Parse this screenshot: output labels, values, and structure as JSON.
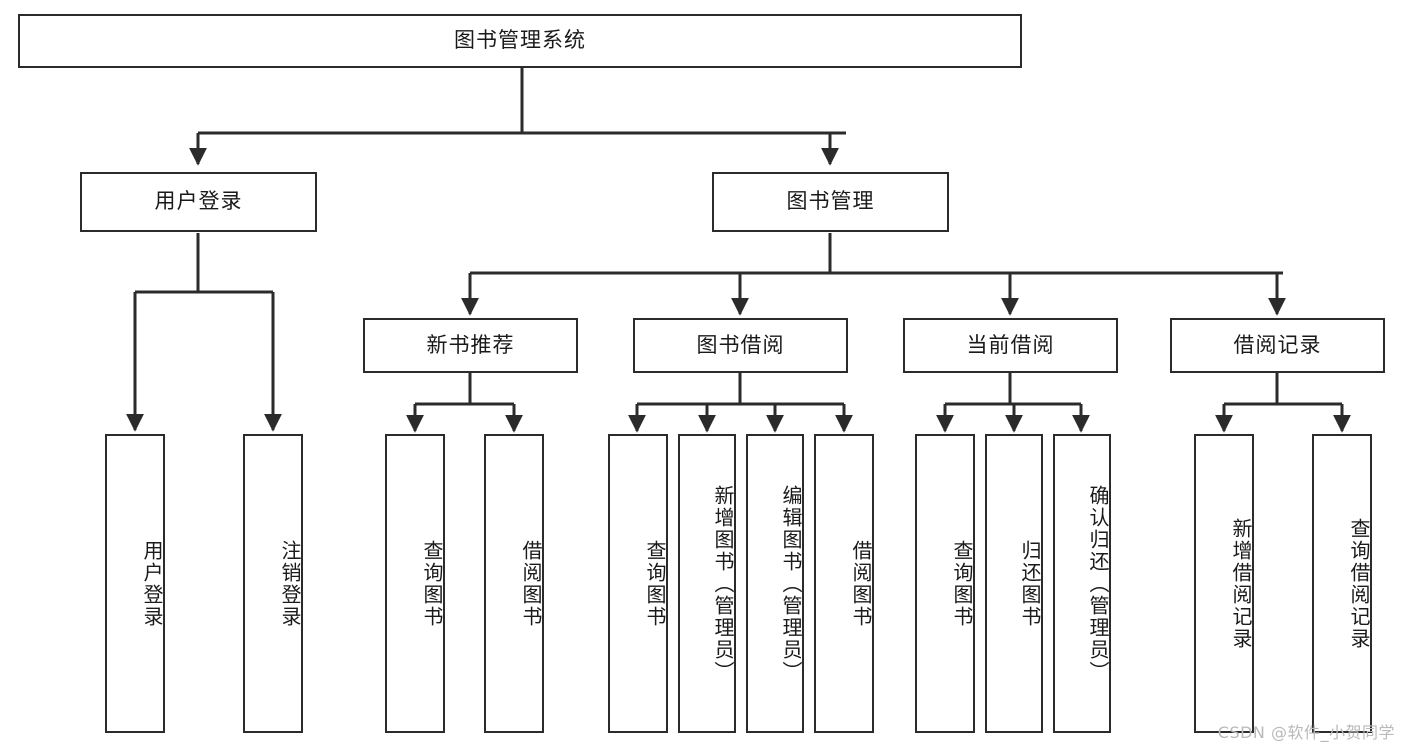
{
  "diagram": {
    "type": "tree",
    "title": "图书管理系统",
    "watermark": "CSDN @软件_小贺同学",
    "root": {
      "label": "图书管理系统"
    },
    "level2": [
      {
        "id": "user-login",
        "label": "用户登录"
      },
      {
        "id": "book-manage",
        "label": "图书管理"
      }
    ],
    "level3": [
      {
        "id": "new-book-rec",
        "label": "新书推荐"
      },
      {
        "id": "book-borrow",
        "label": "图书借阅"
      },
      {
        "id": "current-borrow",
        "label": "当前借阅"
      },
      {
        "id": "borrow-record",
        "label": "借阅记录"
      }
    ],
    "leaves": {
      "user_login": [
        {
          "id": "leaf-user-login",
          "label": "用户登录"
        },
        {
          "id": "leaf-logout",
          "label": "注销登录"
        }
      ],
      "new_book_rec": [
        {
          "id": "leaf-query-book-1",
          "label": "查询图书"
        },
        {
          "id": "leaf-borrow-book-1",
          "label": "借阅图书"
        }
      ],
      "book_borrow": [
        {
          "id": "leaf-query-book-2",
          "label": "查询图书"
        },
        {
          "id": "leaf-add-book",
          "label": "新增图书（管理员）"
        },
        {
          "id": "leaf-edit-book",
          "label": "编辑图书（管理员）"
        },
        {
          "id": "leaf-borrow-book-2",
          "label": "借阅图书"
        }
      ],
      "current_borrow": [
        {
          "id": "leaf-query-book-3",
          "label": "查询图书"
        },
        {
          "id": "leaf-return-book",
          "label": "归还图书"
        },
        {
          "id": "leaf-confirm-return",
          "label": "确认归还（管理员）"
        }
      ],
      "borrow_record": [
        {
          "id": "leaf-add-record",
          "label": "新增借阅记录"
        },
        {
          "id": "leaf-query-record",
          "label": "查询借阅记录"
        }
      ]
    },
    "colors": {
      "stroke": "#2b2b2b",
      "fill": "#ffffff",
      "text": "#1a1a1a",
      "watermark": "#b9b9b9"
    }
  }
}
